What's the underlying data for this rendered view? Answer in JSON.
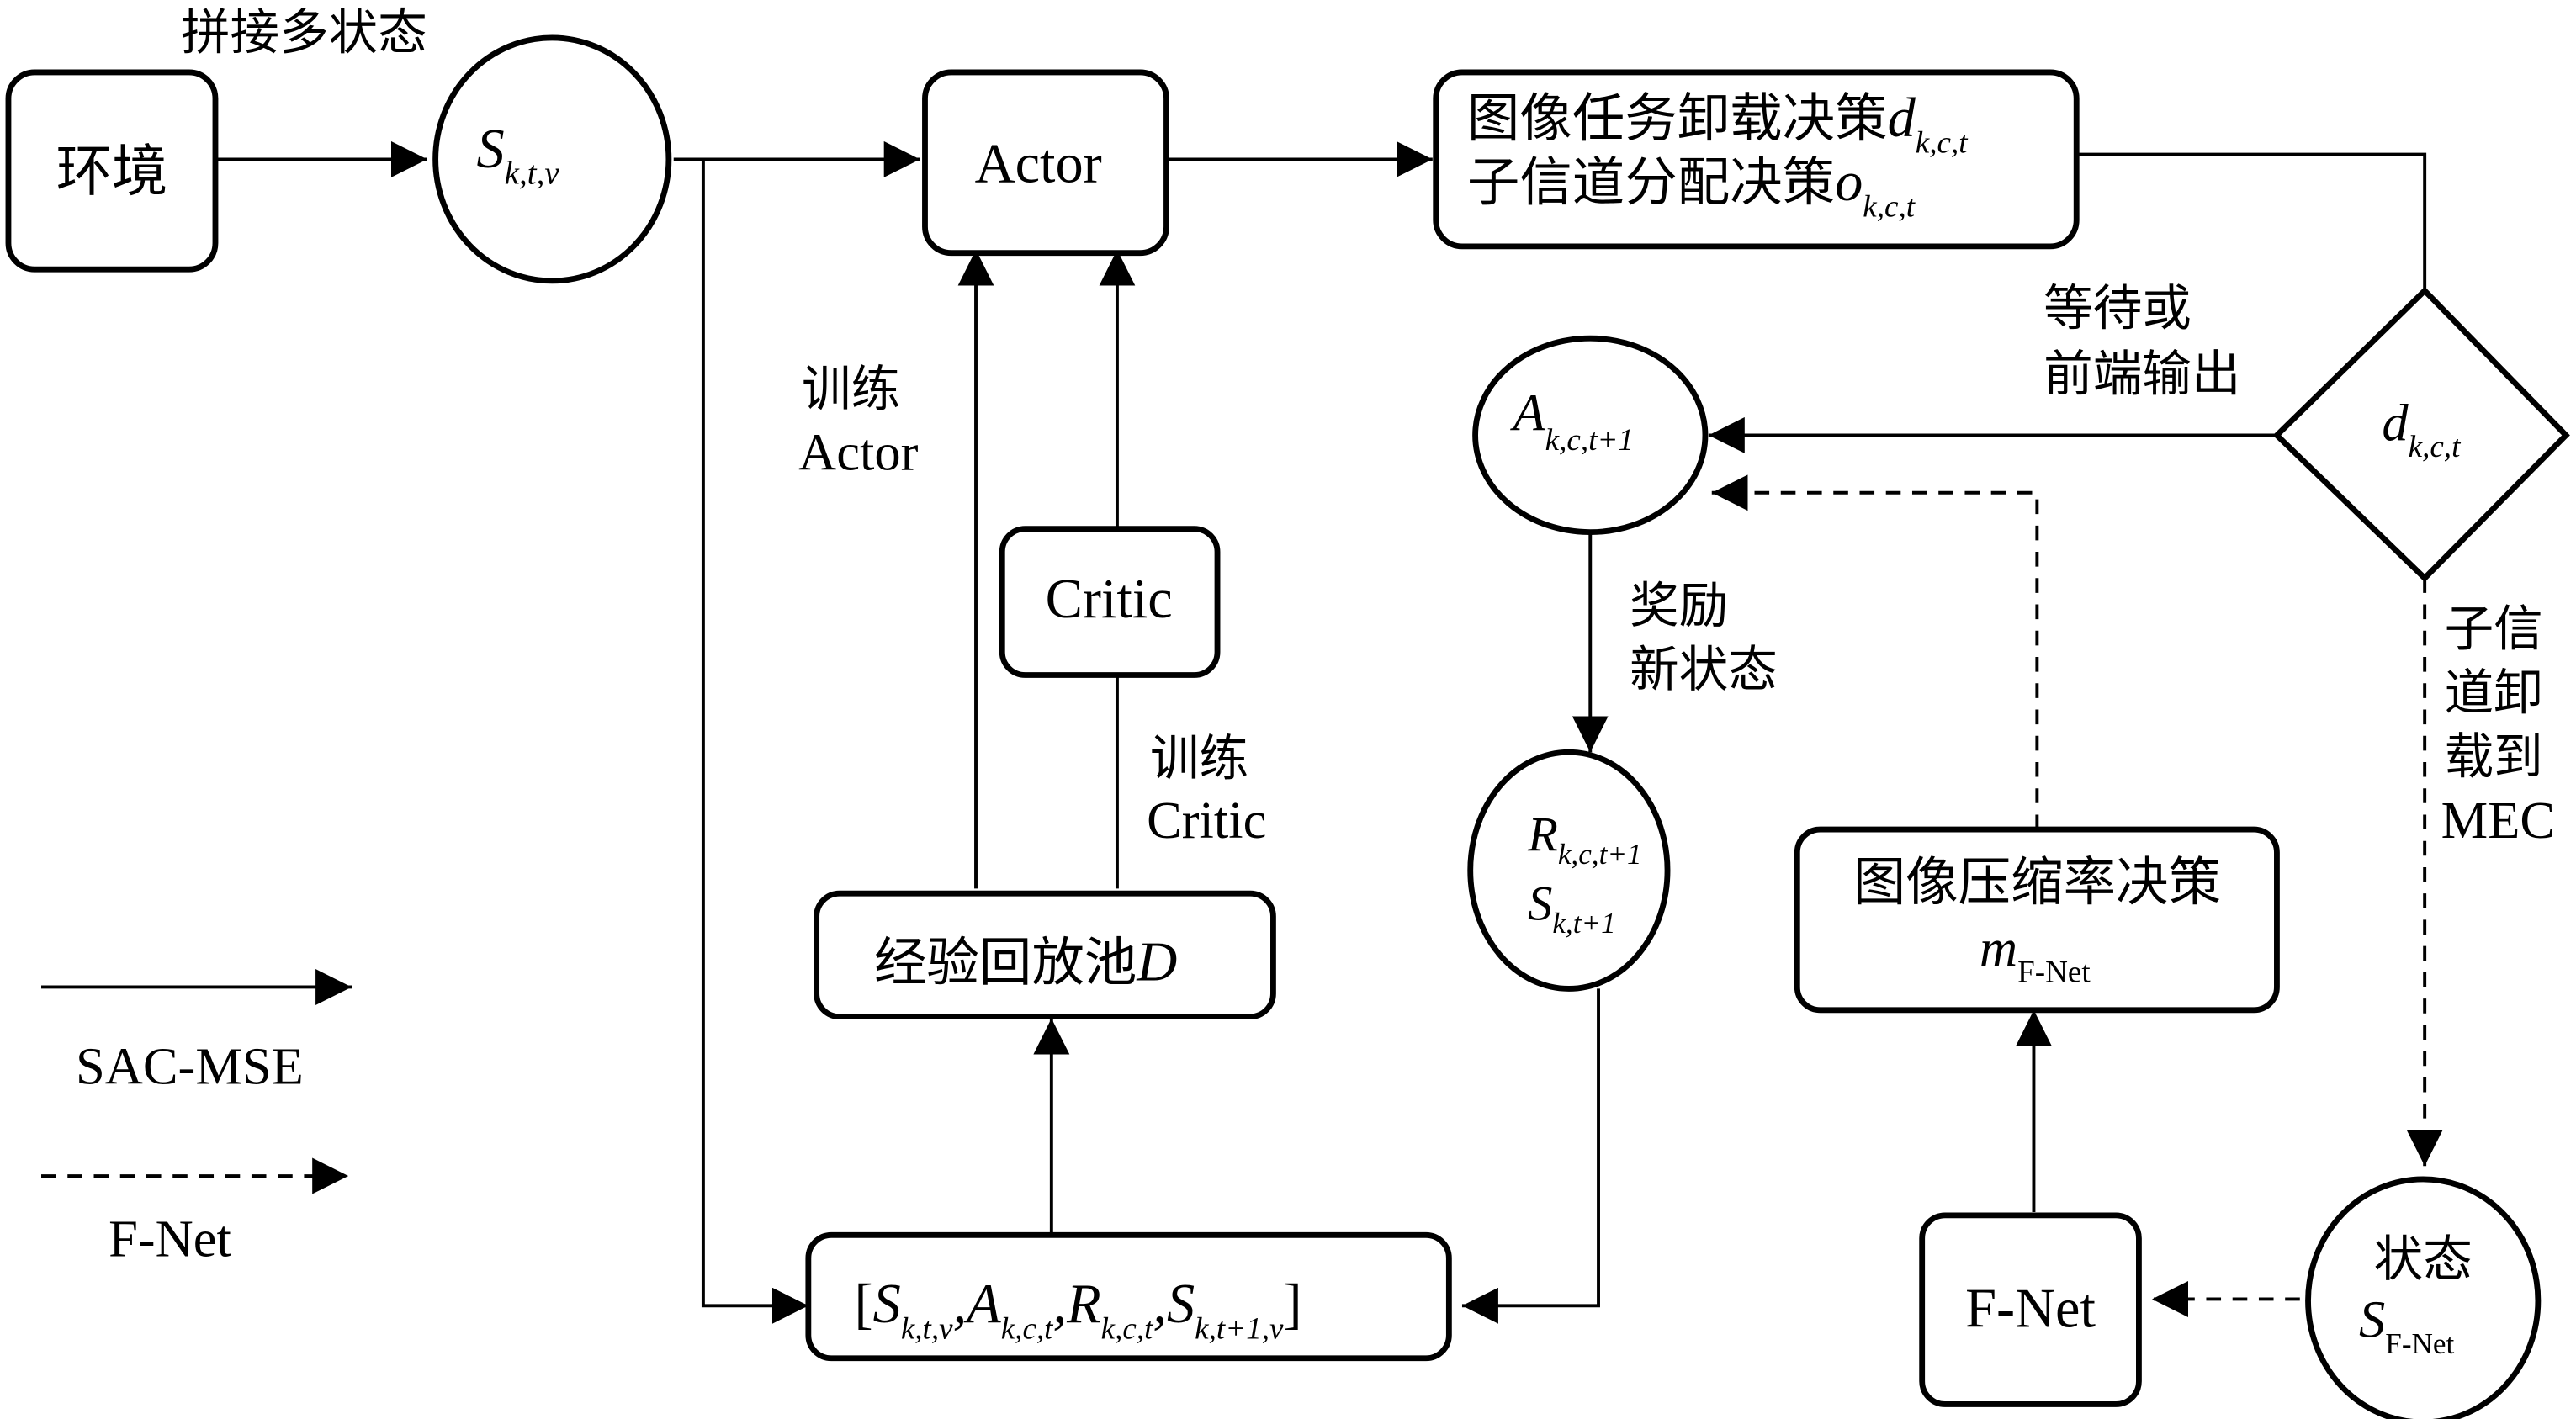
{
  "nodes": {
    "environment": {
      "label": "环境"
    },
    "state": {
      "main": "S",
      "sub": "k,t,v",
      "caption": "拼接多状态"
    },
    "actor": {
      "label": "Actor"
    },
    "decision": {
      "line1_text": "图像任务卸载决策",
      "line1_var": "d",
      "line1_sub": "k,c,t",
      "line2_text": "子信道分配决策",
      "line2_var": "o",
      "line2_sub": "k,c,t"
    },
    "diamond": {
      "main": "d",
      "sub": "k,c,t"
    },
    "action": {
      "main": "A",
      "sub": "k,c,t+1"
    },
    "reward_state": {
      "r_main": "R",
      "r_sub": "k,c,t+1",
      "s_main": "S",
      "s_sub": "k,t+1"
    },
    "critic": {
      "label": "Critic"
    },
    "replay": {
      "text": "经验回放池",
      "var": "D"
    },
    "tuple": {
      "open": "[",
      "close": "]",
      "sep": ",",
      "items": [
        {
          "main": "S",
          "sub": "k,t,v"
        },
        {
          "main": "A",
          "sub": "k,c,t"
        },
        {
          "main": "R",
          "sub": "k,c,t"
        },
        {
          "main": "S",
          "sub": "k,t+1,v"
        }
      ]
    },
    "compression": {
      "text": "图像压缩率决策",
      "var": "m",
      "sub": "F-Net"
    },
    "fnet": {
      "label": "F-Net"
    },
    "fnet_state": {
      "text": "状态",
      "main": "S",
      "sub": "F-Net"
    }
  },
  "edge_labels": {
    "train_actor": [
      "训练",
      "Actor"
    ],
    "train_critic": [
      "训练",
      "Critic"
    ],
    "wait_or_front": [
      "等待或",
      "前端输出"
    ],
    "reward_new_state": [
      "奖励",
      "新状态"
    ],
    "offload_mec": [
      "子信",
      "道卸",
      "载到",
      "MEC"
    ]
  },
  "legend": {
    "solid_label": "SAC-MSE",
    "dashed_label": "F-Net"
  }
}
